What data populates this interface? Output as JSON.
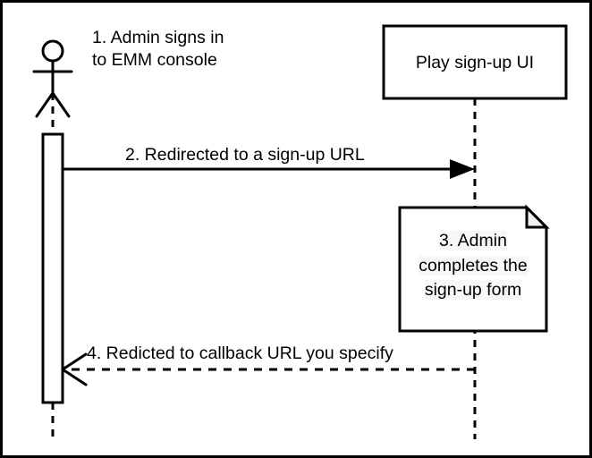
{
  "diagram": {
    "type": "uml-sequence-diagram",
    "background_color": "#ffffff",
    "stroke_color": "#000000",
    "note_fill_color": "#ffffff",
    "note_fold_color": "#f0f0f0",
    "text_highlight_color": "#f7f7f7",
    "border": "black 2px"
  },
  "actor": {
    "name": "admin-actor",
    "icon": "stick-figure",
    "caption_line1": "1. Admin signs in",
    "caption_line2": "to EMM console",
    "caption": "1. Admin signs in\nto EMM console"
  },
  "participant": {
    "name": "play-signup-ui",
    "label": "Play sign-up UI"
  },
  "messages": [
    {
      "step": "2",
      "label": "2. Redirected to a sign-up URL",
      "line_style": "solid",
      "arrow_head": "filled",
      "direction": "left-to-right",
      "from": "admin-actor",
      "to": "play-signup-ui"
    },
    {
      "step": "4",
      "label": "4. Redicted to callback URL you specify",
      "line_style": "dashed",
      "arrow_head": "open",
      "direction": "right-to-left",
      "from": "play-signup-ui",
      "to": "admin-actor"
    }
  ],
  "note": {
    "name": "signup-form-note",
    "step": "3",
    "line1": "3. Admin",
    "line2": "completes the",
    "line3": "sign-up form",
    "text": "3. Admin completes the sign-up form",
    "shape": "folded-corner-note"
  }
}
